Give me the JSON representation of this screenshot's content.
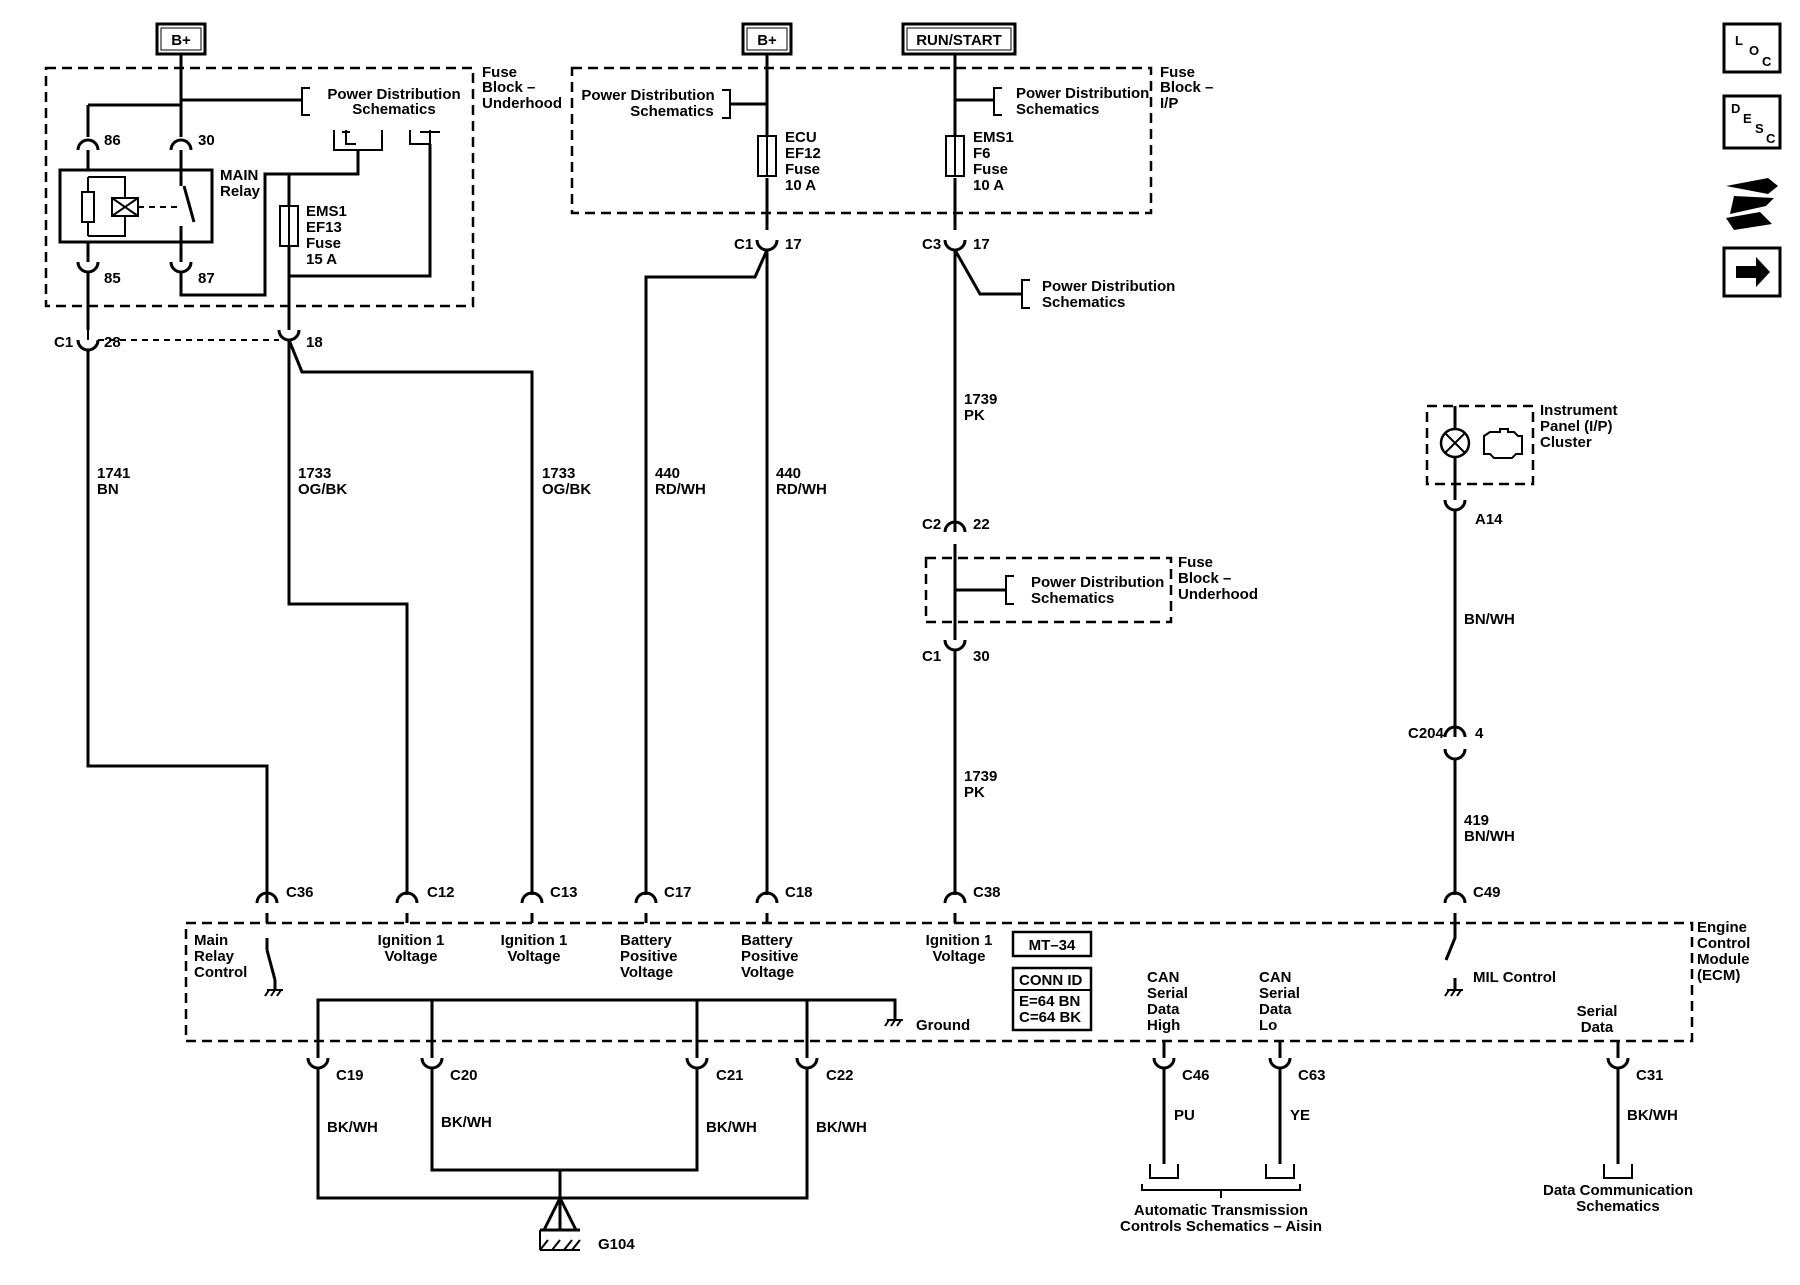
{
  "power": {
    "bplus_1": "B+",
    "bplus_2": "B+",
    "run_start": "RUN/START"
  },
  "nav_icons": {
    "loc": [
      "L",
      "O",
      "C"
    ],
    "desc": [
      "D",
      "E",
      "S",
      "C"
    ]
  },
  "fuse_block_underhood_1": {
    "label": [
      "Fuse",
      "Block –",
      "Underhood"
    ],
    "pds_ref": [
      "Power Distribution",
      "Schematics"
    ],
    "relay_pins": {
      "p86": "86",
      "p30": "30",
      "p85": "85",
      "p87": "87"
    },
    "relay_label": [
      "MAIN",
      "Relay"
    ],
    "fuse_label": [
      "EMS1",
      "EF13",
      "Fuse",
      "15 A"
    ]
  },
  "fuse_block_ip_section": {
    "pds_left": [
      "Power Distribution",
      "Schematics"
    ],
    "ecu_fuse": [
      "ECU",
      "EF12",
      "Fuse",
      "10 A"
    ],
    "ems1_fuse": [
      "EMS1",
      "F6",
      "Fuse",
      "10 A"
    ],
    "pds_right": [
      "Power Distribution",
      "Schematics"
    ],
    "label": [
      "Fuse",
      "Block –",
      "I/P"
    ]
  },
  "connectors": {
    "c1_28": [
      "C1",
      "28"
    ],
    "c1_18": "18",
    "c1_17": [
      "C1",
      "17"
    ],
    "c3_17": [
      "C3",
      "17"
    ],
    "c2_22": [
      "C2",
      "22"
    ],
    "c1_30": [
      "C1",
      "30"
    ],
    "a14": "A14",
    "c204_4": [
      "C204",
      "4"
    ]
  },
  "pds_c3": [
    "Power Distribution",
    "Schematics"
  ],
  "fuse_block_underhood_2": {
    "pds": [
      "Power Distribution",
      "Schematics"
    ],
    "label": [
      "Fuse",
      "Block –",
      "Underhood"
    ]
  },
  "ipc": {
    "label": [
      "Instrument",
      "Panel (I/P)",
      "Cluster"
    ]
  },
  "wires": {
    "w1741": [
      "1741",
      "BN"
    ],
    "w1733a": [
      "1733",
      "OG/BK"
    ],
    "w1733b": [
      "1733",
      "OG/BK"
    ],
    "w440a": [
      "440",
      "RD/WH"
    ],
    "w440b": [
      "440",
      "RD/WH"
    ],
    "w1739a": [
      "1739",
      "PK"
    ],
    "w1739b": [
      "1739",
      "PK"
    ],
    "wbnwh": "BN/WH",
    "w419": [
      "419",
      "BN/WH"
    ]
  },
  "ecm": {
    "label": [
      "Engine",
      "Control",
      "Module",
      "(ECM)"
    ],
    "pins": {
      "c36": "C36",
      "c12": "C12",
      "c13": "C13",
      "c17": "C17",
      "c18": "C18",
      "c38": "C38",
      "c49": "C49"
    },
    "funcs": {
      "main_relay": [
        "Main",
        "Relay",
        "Control"
      ],
      "ign1a": [
        "Ignition 1",
        "Voltage"
      ],
      "ign1b": [
        "Ignition 1",
        "Voltage"
      ],
      "bat1": [
        "Battery",
        "Positive",
        "Voltage"
      ],
      "bat2": [
        "Battery",
        "Positive",
        "Voltage"
      ],
      "ign1c": [
        "Ignition 1",
        "Voltage"
      ],
      "mil": "MIL Control",
      "ground": "Ground",
      "can_high": [
        "CAN",
        "Serial",
        "Data",
        "High"
      ],
      "can_lo": [
        "CAN",
        "Serial",
        "Data",
        "Lo"
      ],
      "serial": [
        "Serial",
        "Data"
      ]
    },
    "mt_label": "MT–34",
    "conn_id": [
      "CONN ID",
      "E=64 BN",
      "C=64 BK"
    ]
  },
  "bottom": {
    "pins": {
      "c19": "C19",
      "c20": "C20",
      "c21": "C21",
      "c22": "C22",
      "c46": "C46",
      "c63": "C63",
      "c31": "C31"
    },
    "wire_colors": {
      "c19": "BK/WH",
      "c20": "BK/WH",
      "c21": "BK/WH",
      "c22": "BK/WH",
      "c46": "PU",
      "c63": "YE",
      "c31": "BK/WH"
    },
    "ground": "G104",
    "trans_ref": [
      "Automatic Transmission",
      "Controls Schematics – Aisin"
    ],
    "dcs_ref": [
      "Data Communication",
      "Schematics"
    ]
  }
}
